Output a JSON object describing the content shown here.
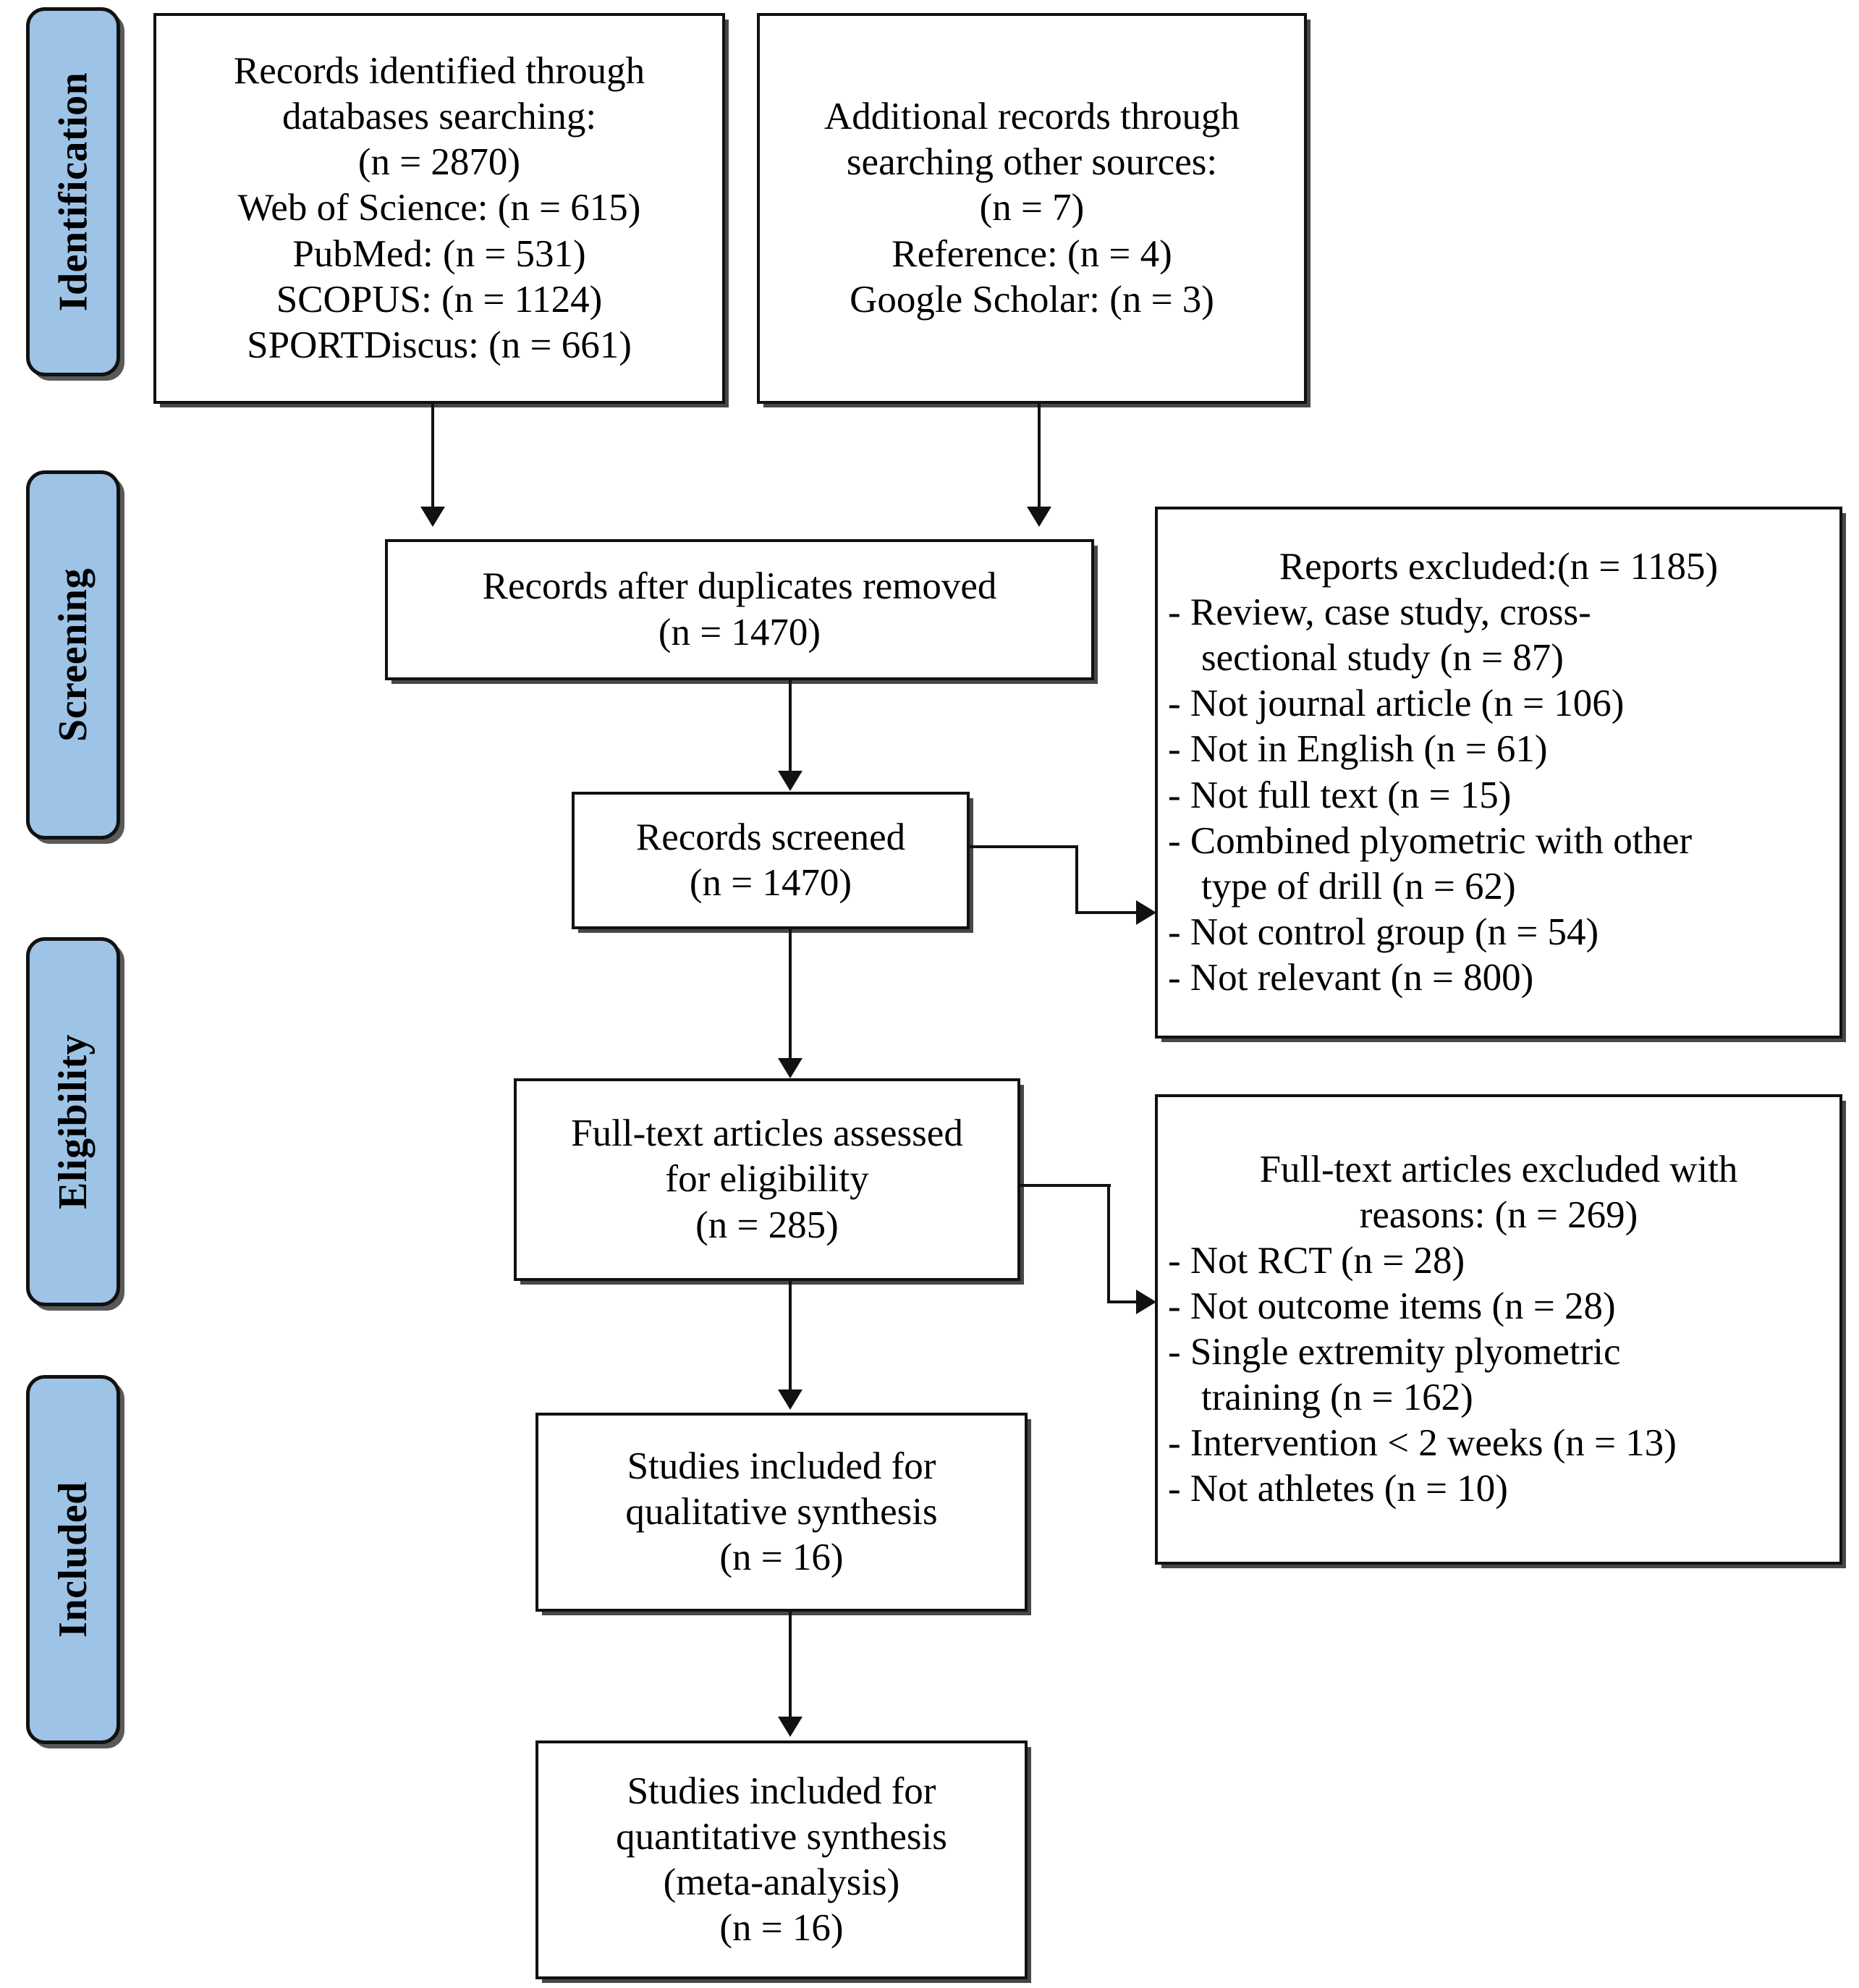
{
  "diagram": {
    "title": "PRISMA flow diagram",
    "accent_color": "#9DC3E6",
    "line_color": "#111111",
    "background": "#ffffff"
  },
  "stages": [
    {
      "id": "identification",
      "label": "Identification"
    },
    {
      "id": "screening",
      "label": "Screening"
    },
    {
      "id": "eligibility",
      "label": "Eligibility"
    },
    {
      "id": "included",
      "label": "Included"
    }
  ],
  "boxes": {
    "records_identified": {
      "name": "records-identified-databases",
      "lines": [
        "Records identified through",
        "databases searching:",
        "(n = 2870)",
        "Web of Science: (n = 615)",
        "PubMed: (n = 531)",
        "SCOPUS: (n = 1124)",
        "SPORTDiscus: (n = 661)"
      ]
    },
    "additional_records": {
      "name": "additional-records-other-sources",
      "lines": [
        "Additional records through",
        "searching other sources:",
        "(n = 7)",
        "Reference: (n = 4)",
        "Google Scholar: (n = 3)"
      ]
    },
    "duplicates_removed": {
      "name": "records-after-duplicates-removed",
      "lines": [
        "Records after duplicates removed",
        "(n = 1470)"
      ]
    },
    "records_screened": {
      "name": "records-screened",
      "lines": [
        "Records screened",
        "(n = 1470)"
      ]
    },
    "reports_excluded": {
      "name": "reports-excluded",
      "heading": "Reports excluded:(n = 1185)",
      "items": [
        {
          "text": "-  Review, case study, cross-",
          "style": "hang"
        },
        {
          "text": "sectional study (n = 87)",
          "style": "cont"
        },
        {
          "text": "-  Not journal article (n = 106)",
          "style": "hang"
        },
        {
          "text": "-  Not in English (n = 61)",
          "style": "hang"
        },
        {
          "text": "-  Not full text (n = 15)",
          "style": "hang"
        },
        {
          "text": "-  Combined plyometric with other",
          "style": "hang"
        },
        {
          "text": "type of drill (n = 62)",
          "style": "cont"
        },
        {
          "text": "-  Not control group (n = 54)",
          "style": "hang"
        },
        {
          "text": "-  Not relevant (n = 800)",
          "style": "hang"
        }
      ]
    },
    "fulltext_assessed": {
      "name": "fulltext-articles-assessed",
      "lines": [
        "Full-text articles assessed",
        "for eligibility",
        "(n = 285)"
      ]
    },
    "fulltext_excluded": {
      "name": "fulltext-articles-excluded",
      "heading_lines": [
        "Full-text articles excluded with",
        "reasons: (n = 269)"
      ],
      "items": [
        {
          "text": "-  Not RCT (n = 28)",
          "style": "hang"
        },
        {
          "text": "-  Not outcome items (n = 28)",
          "style": "hang"
        },
        {
          "text": "-  Single extremity plyometric",
          "style": "hang"
        },
        {
          "text": "training (n = 162)",
          "style": "cont"
        },
        {
          "text": "-  Intervention < 2 weeks (n = 13)",
          "style": "hang"
        },
        {
          "text": "-  Not athletes (n = 10)",
          "style": "hang"
        }
      ]
    },
    "qualitative": {
      "name": "studies-included-qualitative",
      "lines": [
        "Studies included for",
        "qualitative synthesis",
        "(n = 16)"
      ]
    },
    "quantitative": {
      "name": "studies-included-quantitative",
      "lines": [
        "Studies included for",
        "quantitative synthesis",
        "(meta-analysis)",
        "(n = 16)"
      ]
    }
  }
}
